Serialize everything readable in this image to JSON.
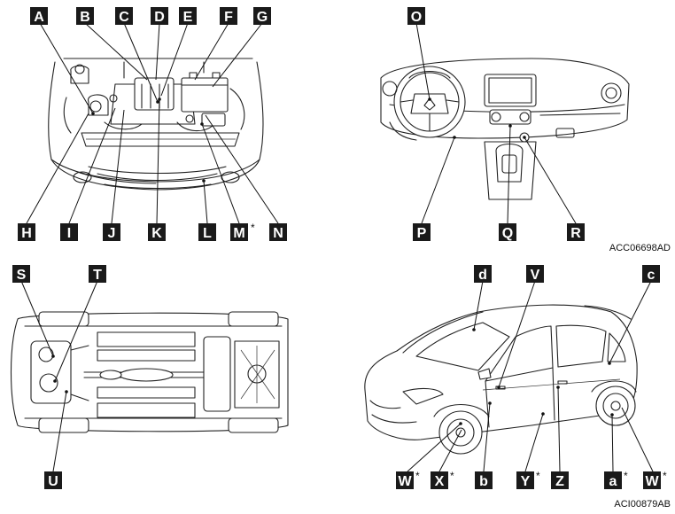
{
  "labels": {
    "A": "A",
    "B": "B",
    "C": "C",
    "D": "D",
    "E": "E",
    "F": "F",
    "G": "G",
    "H": "H",
    "I": "I",
    "J": "J",
    "K": "K",
    "L": "L",
    "M": "M",
    "N": "N",
    "O": "O",
    "P": "P",
    "Q": "Q",
    "R": "R",
    "S": "S",
    "T": "T",
    "U": "U",
    "d": "d",
    "V": "V",
    "c": "c",
    "W1": "W",
    "X": "X",
    "b": "b",
    "Y": "Y",
    "Z": "Z",
    "a": "a",
    "W2": "W"
  },
  "asterisk": "*",
  "codes": {
    "top": "ACC06698AD",
    "bottom": "ACI00879AB"
  }
}
